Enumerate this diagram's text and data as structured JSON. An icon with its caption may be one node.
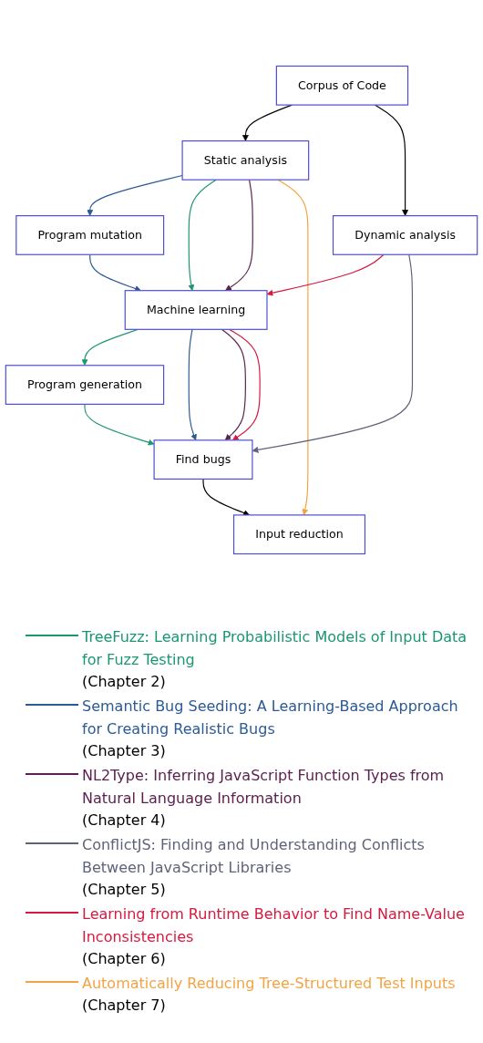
{
  "diagram": {
    "nodes": [
      {
        "text": [
          "Corpus of Code"
        ]
      },
      {
        "text": [
          "Static analysis"
        ]
      },
      {
        "text": [
          "Dynamic analysis"
        ]
      },
      {
        "text": [
          "Program mutation"
        ]
      },
      {
        "text": [
          "Machine learning"
        ]
      },
      {
        "text": [
          "Program generation"
        ]
      },
      {
        "text": [
          "Input reduction"
        ]
      },
      {
        "text": [
          "Find bugs"
        ]
      }
    ],
    "edges": [
      {
        "from": 0,
        "to": 1,
        "arrow": "to"
      },
      {
        "from": 0,
        "to": 2,
        "arrow": "to"
      },
      {
        "from": 1,
        "to": 3,
        "arrow": "to",
        "color": "#2b5a94"
      },
      {
        "from": 1,
        "to": 4,
        "arrow": "to",
        "color": "#1b9672"
      },
      {
        "from": 1,
        "to": 4,
        "arrow": "to",
        "color": "#5c2150"
      },
      {
        "from": 1,
        "to": 6,
        "arrow": "to",
        "color": "#f2a444"
      },
      {
        "from": 3,
        "to": 4,
        "arrow": "to",
        "color": "#2b5a94"
      },
      {
        "from": 2,
        "to": 4,
        "arrow": "to",
        "color": "#d6193f"
      },
      {
        "from": 2,
        "to": 7,
        "arrow": "to",
        "color": "#5f6378"
      },
      {
        "from": 4,
        "to": 5,
        "arrow": "to",
        "color": "#1b9672"
      },
      {
        "from": 4,
        "to": 7,
        "arrow": "to",
        "color": "#2b5a94"
      },
      {
        "from": 4,
        "to": 7,
        "arrow": "to",
        "color": "#5c2150"
      },
      {
        "from": 4,
        "to": 7,
        "arrow": "to",
        "color": "#d6193f"
      },
      {
        "from": 5,
        "to": 7,
        "arrow": "to",
        "color": "#1b9672"
      },
      {
        "from": 7,
        "to": 6,
        "arrow": "to"
      }
    ],
    "labels": [
      "(Chapter 2)",
      "(Chapter 3)",
      "(Chapter 4)",
      "(Chapter 5)",
      "(Chapter 6)",
      "(Chapter 7)"
    ],
    "legend": [
      {
        "text": "TreeFuzz: Learning Probabilistic Models of Input Data for Fuzz Testing",
        "color": "#1b9672"
      },
      {
        "text": "Semantic Bug Seeding: A Learning-Based Approach for Creating Realistic Bugs",
        "color": "#2b5a94"
      },
      {
        "text": "NL2Type: Inferring JavaScript Function Types from Natural Language Information",
        "color": "#5c2150"
      },
      {
        "text": "ConflictJS: Finding and Understanding Conflicts Between JavaScript Libraries",
        "color": "#5f6378"
      },
      {
        "text": "Learning from Runtime Behavior to Find Name-Value Inconsistencies",
        "color": "#d6193f"
      },
      {
        "text": "Automatically Reducing Tree-Structured Test Inputs",
        "color": "#f2a444"
      }
    ]
  }
}
